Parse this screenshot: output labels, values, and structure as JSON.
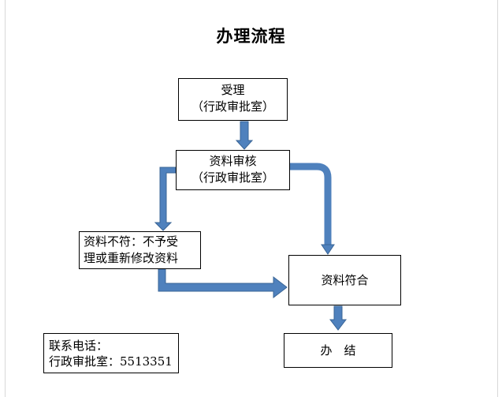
{
  "title": "办理流程",
  "boxes": {
    "accept": {
      "line1": "受理",
      "line2": "（行政审批室）"
    },
    "review": {
      "line1": "资料审核",
      "line2": "（行政审批室）"
    },
    "nonconform": {
      "line1": "资料不符：不予受",
      "line2": "理或重新修改资料"
    },
    "conform": {
      "label": "资料符合"
    },
    "handle": {
      "label": "办　结"
    },
    "contact": {
      "line1": "联系电话：",
      "line2": "行政审批室：5513351"
    }
  },
  "colors": {
    "arrow_fill": "#4f81bd",
    "arrow_stroke": "#3a6596",
    "box_border": "#000000"
  }
}
